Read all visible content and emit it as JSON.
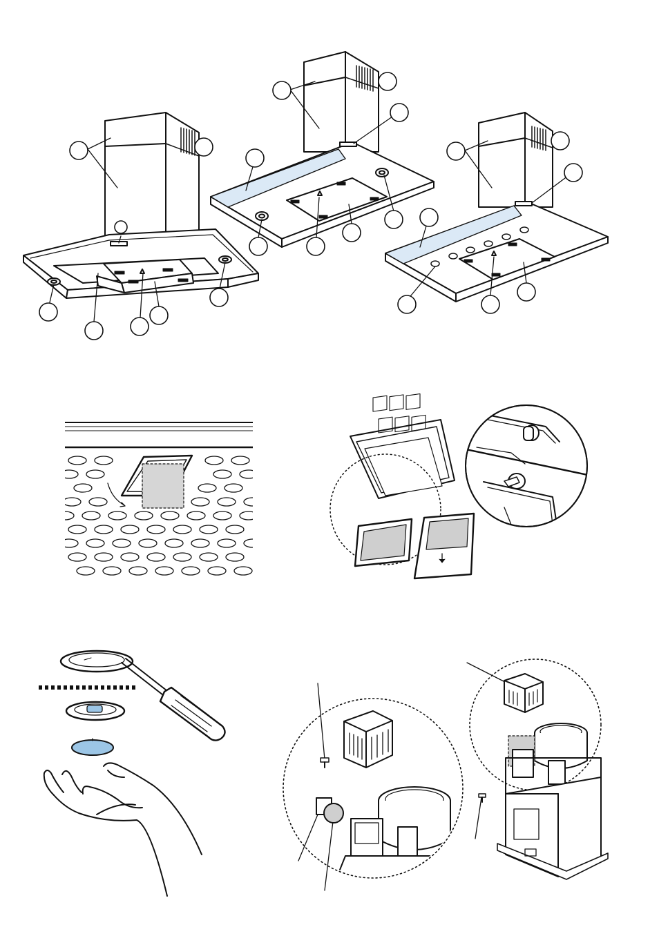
{
  "figures": [
    {
      "id": "hood-island-1",
      "callouts": [
        "",
        "",
        "",
        "",
        "",
        "",
        "",
        "",
        "",
        ""
      ]
    },
    {
      "id": "hood-island-2",
      "callouts": [
        "",
        "",
        "",
        "",
        "",
        "",
        "",
        "",
        "",
        ""
      ]
    },
    {
      "id": "hood-island-3",
      "callouts": [
        "",
        "",
        "",
        "",
        "",
        "",
        "",
        "",
        ""
      ]
    },
    {
      "id": "grease-filter-removal"
    },
    {
      "id": "grease-filter-cassettes"
    },
    {
      "id": "lamp-replacement"
    },
    {
      "id": "motor-unit-detail"
    }
  ],
  "colors": {
    "line": "#111111",
    "shade": "#cfcfcf",
    "glass": "#dbe9f6",
    "bulb": "#9cc6e6",
    "grey": "#d6d6d6"
  },
  "icons": [
    "screwdriver-icon",
    "hand-icon",
    "lamp-icon",
    "filter-icon",
    "motor-icon",
    "screw-icon"
  ]
}
